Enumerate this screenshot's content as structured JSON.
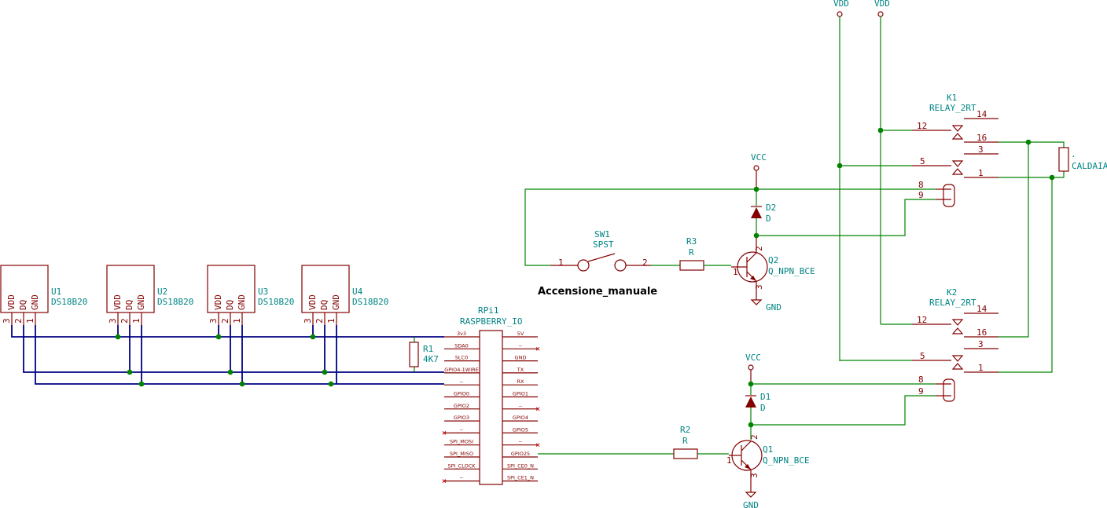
{
  "power": {
    "vdd1": "VDD",
    "vdd2": "VDD",
    "vcc_top": "VCC",
    "vcc_bottom": "VCC",
    "gnd_top": "GND",
    "gnd_bottom": "GND"
  },
  "sensors": [
    {
      "ref": "U1",
      "value": "DS18B20"
    },
    {
      "ref": "U2",
      "value": "DS18B20"
    },
    {
      "ref": "U3",
      "value": "DS18B20"
    },
    {
      "ref": "U4",
      "value": "DS18B20"
    }
  ],
  "sensor_pins": {
    "vdd": "VDD",
    "dq": "DQ",
    "gnd": "GND",
    "n3": "3",
    "n2": "2",
    "n1": "1"
  },
  "r1": {
    "ref": "R1",
    "value": "4K7"
  },
  "rpi": {
    "ref": "RPi1",
    "value": "RASPBERRY_IO",
    "left_pins": [
      "3v3",
      "SDA0",
      "SLC0",
      "GPIO4-1WIRE",
      "--",
      "GPIO0",
      "GPIO2",
      "GPIO3",
      "--",
      "SPI_MOSI",
      "SPI_MISO",
      "SPI_CLOCK",
      "--"
    ],
    "right_pins": [
      "5V",
      "--",
      "GND",
      "TX",
      "RX",
      "GPIO1",
      "--",
      "GPIO4",
      "GPIO5",
      "--",
      "GPIO25",
      "SPI_CE0_N",
      "SPI_CE1_N"
    ]
  },
  "sw1": {
    "ref": "SW1",
    "value": "SPST",
    "pin1": "1",
    "pin2": "2",
    "label": "Accensione_manuale"
  },
  "r3": {
    "ref": "R3",
    "value": "R"
  },
  "r2": {
    "ref": "R2",
    "value": "R"
  },
  "q2": {
    "ref": "Q2",
    "value": "Q_NPN_BCE",
    "p1": "1",
    "p2": "2",
    "p3": "3"
  },
  "q1": {
    "ref": "Q1",
    "value": "Q_NPN_BCE",
    "p1": "1",
    "p2": "2",
    "p3": "3"
  },
  "d2": {
    "ref": "D2",
    "value": "D"
  },
  "d1": {
    "ref": "D1",
    "value": "D"
  },
  "k1": {
    "ref": "K1",
    "value": "RELAY_2RT",
    "pins": [
      "14",
      "12",
      "16",
      "3",
      "5",
      "1",
      "8",
      "9"
    ]
  },
  "k2": {
    "ref": "K2",
    "value": "RELAY_2RT",
    "pins": [
      "14",
      "12",
      "16",
      "3",
      "5",
      "1",
      "8",
      "9"
    ]
  },
  "load": {
    "value": "CALDAIA",
    "dot": "."
  }
}
